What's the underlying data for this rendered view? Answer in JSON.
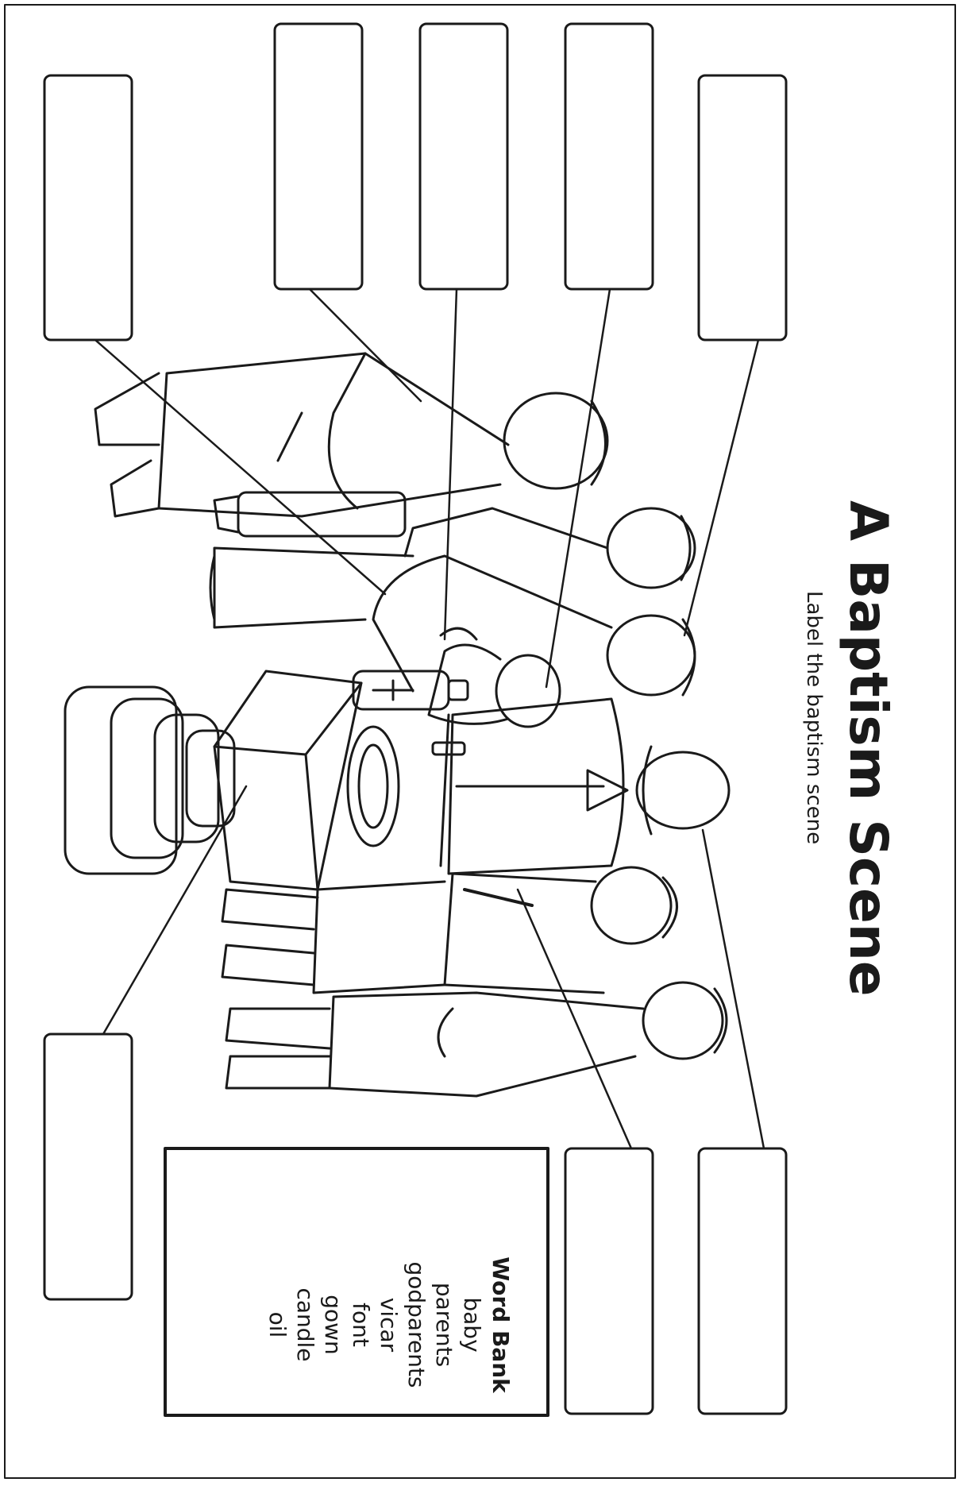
{
  "title": "A Baptism Scene",
  "subtitle": "Label the baptism scene",
  "word_bank": {
    "title": "Word Bank",
    "items": [
      "baby",
      "parents",
      "godparents",
      "vicar",
      "font",
      "gown",
      "candle",
      "oil"
    ]
  },
  "label_boxes": [
    "",
    "",
    "",
    "",
    "",
    "",
    "",
    "",
    ""
  ]
}
